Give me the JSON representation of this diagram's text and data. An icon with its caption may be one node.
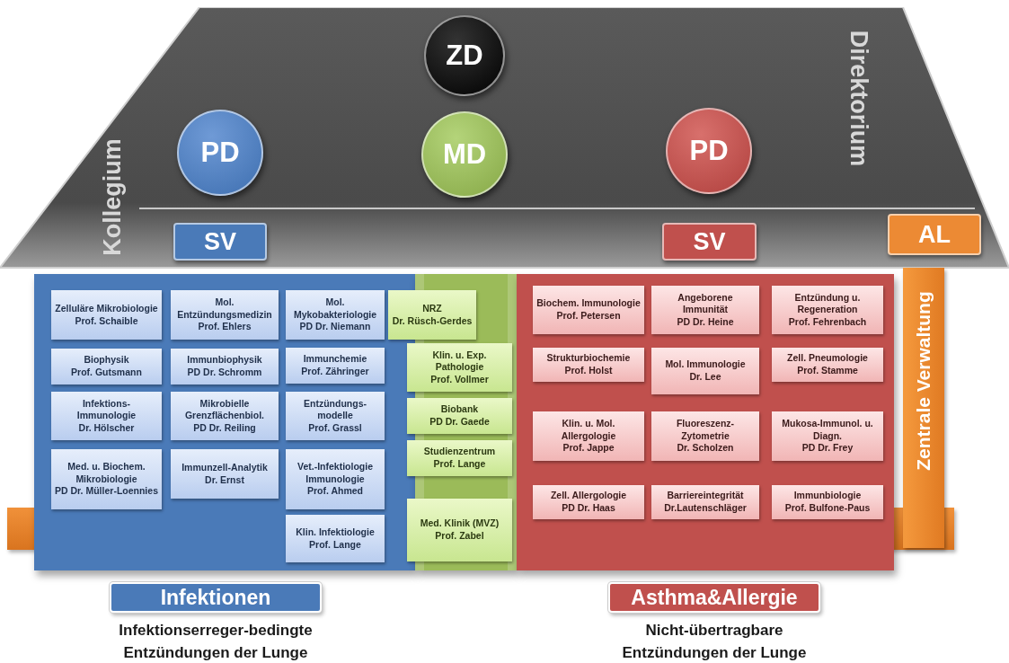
{
  "diagram": {
    "nodes": [
      {
        "text": [
          "Kollegium",
          "Direktorium"
        ]
      },
      {
        "text": [
          "ZD"
        ],
        "in": 0
      },
      {
        "text": [
          "PD"
        ],
        "in": 0
      },
      {
        "text": [
          "MD"
        ],
        "in": 0
      },
      {
        "text": [
          "PD"
        ],
        "in": 0
      },
      {
        "text": [
          "SV"
        ],
        "in": 0
      },
      {
        "text": [
          "SV"
        ],
        "in": 0
      },
      {
        "text": [
          "AL"
        ],
        "in": 0
      },
      {
        "text": [
          "Zentrale Verwaltung"
        ]
      },
      {
        "text": [],
        "shape": "box"
      },
      {
        "text": [
          "Zelluläre Mikrobiologie",
          "Prof. Schaible"
        ],
        "in": 9
      },
      {
        "text": [
          "Mol. Entzündungsmedizin",
          "Prof. Ehlers"
        ],
        "in": 9
      },
      {
        "text": [
          "Mol. Mykobakteriologie",
          "PD Dr. Niemann"
        ],
        "in": 9
      },
      {
        "text": [
          "Biophysik",
          "Prof. Gutsmann"
        ],
        "in": 9
      },
      {
        "text": [
          "Immunbiophysik",
          "PD Dr. Schromm"
        ],
        "in": 9
      },
      {
        "text": [
          "Immunchemie",
          "Prof. Zähringer"
        ],
        "in": 9
      },
      {
        "text": [
          "Infektions-Immunologie",
          "Dr. Hölscher"
        ],
        "in": 9
      },
      {
        "text": [
          "Mikrobielle Grenzflächenbiol.",
          "PD Dr. Reiling"
        ],
        "in": 9
      },
      {
        "text": [
          "Entzündungs-modelle",
          "Prof. Grassl"
        ],
        "in": 9
      },
      {
        "text": [
          "Med. u. Biochem. Mikrobiologie",
          "PD Dr. Müller-Loennies"
        ],
        "in": 9
      },
      {
        "text": [
          "Immunzell-Analytik",
          "Dr. Ernst"
        ],
        "in": 9
      },
      {
        "text": [
          "Vet.-Infektiologie Immunologie",
          "Prof. Ahmed"
        ],
        "in": 9
      },
      {
        "text": [
          "Klin. Infektiologie",
          "Prof. Lange"
        ],
        "in": 9
      },
      {
        "text": [],
        "shape": "bar"
      },
      {
        "text": [
          "NRZ",
          "Dr. Rüsch-Gerdes"
        ]
      },
      {
        "text": [
          "Klin. u. Exp. Pathologie",
          "Prof. Vollmer"
        ],
        "in": 23
      },
      {
        "text": [
          "Biobank",
          "PD Dr. Gaede"
        ],
        "in": 23
      },
      {
        "text": [
          "Studienzentrum",
          "Prof. Lange"
        ],
        "in": 23
      },
      {
        "text": [
          "Med. Klinik (MVZ)",
          "Prof. Zabel"
        ],
        "in": 23
      },
      {
        "text": [],
        "shape": "box"
      },
      {
        "text": [
          "Biochem. Immunologie",
          "Prof. Petersen"
        ],
        "in": 29
      },
      {
        "text": [
          "Angeborene Immunität",
          "PD Dr. Heine"
        ],
        "in": 29
      },
      {
        "text": [
          "Entzündung u. Regeneration",
          "Prof. Fehrenbach"
        ],
        "in": 29
      },
      {
        "text": [
          "Strukturbiochemie",
          "Prof. Holst"
        ],
        "in": 29
      },
      {
        "text": [
          "Mol. Immunologie",
          "Dr. Lee"
        ],
        "in": 29
      },
      {
        "text": [
          "Zell. Pneumologie",
          "Prof. Stamme"
        ],
        "in": 29
      },
      {
        "text": [
          "Klin. u. Mol. Allergologie",
          "Prof. Jappe"
        ],
        "in": 29
      },
      {
        "text": [
          "Fluoreszenz-Zytometrie",
          "Dr. Scholzen"
        ],
        "in": 29
      },
      {
        "text": [
          "Mukosa-Immunol. u. Diagn.",
          "PD Dr. Frey"
        ],
        "in": 29
      },
      {
        "text": [
          "Zell. Allergologie",
          "PD Dr. Haas"
        ],
        "in": 29
      },
      {
        "text": [
          "Barriereintegrität",
          "Dr.Lautenschläger"
        ],
        "in": 29
      },
      {
        "text": [
          "Immunbiologie",
          "Prof. Bulfone-Paus"
        ],
        "in": 29
      },
      {
        "text": [
          "Infektionen"
        ],
        "beside": [
          "Infektionserreger-bedingte Entzündungen der Lunge"
        ]
      },
      {
        "text": [
          "Asthma&Allergie"
        ],
        "beside": [
          "Nicht-übertragbare Entzündungen der Lunge"
        ]
      }
    ]
  }
}
